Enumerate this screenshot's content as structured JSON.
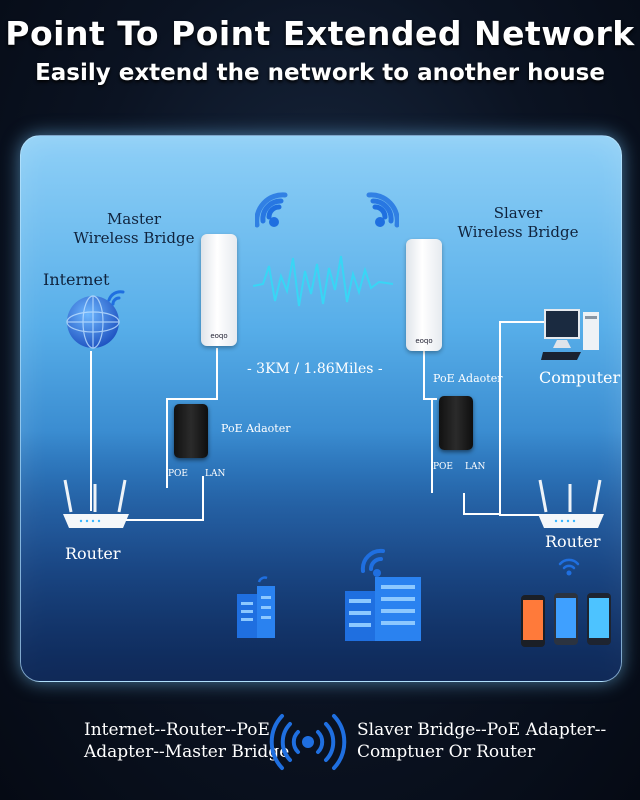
{
  "header": {
    "title": "Point To Point Extended Network",
    "subtitle": "Easily extend the network to another house"
  },
  "labels": {
    "master": "Master\nWireless Bridge",
    "master_line1": "Master",
    "master_line2": "Wireless Bridge",
    "slaver_line1": "Slaver",
    "slaver_line2": "Wireless Bridge",
    "internet": "Internet",
    "distance": "- 3KM / 1.86Miles -",
    "poe_left": "PoE Adaoter",
    "poe_right": "PoE Adaoter",
    "poe_port_left": "POE",
    "lan_port_left": "LAN",
    "poe_port_right": "POE",
    "lan_port_right": "LAN",
    "router_left": "Router",
    "router_right": "Router",
    "computer": "Computer",
    "brand_left": "eoqo",
    "brand_right": "eoqo"
  },
  "footer": {
    "left_line1": "Internet--Router--PoE",
    "left_line2": "Adapter--Master Bridge",
    "right_line1": "Slaver Bridge--PoE Adapter--",
    "right_line2": "Comptuer Or Router"
  },
  "colors": {
    "accent_blue": "#1f6fe0",
    "signal_cyan": "#38d6f5"
  }
}
